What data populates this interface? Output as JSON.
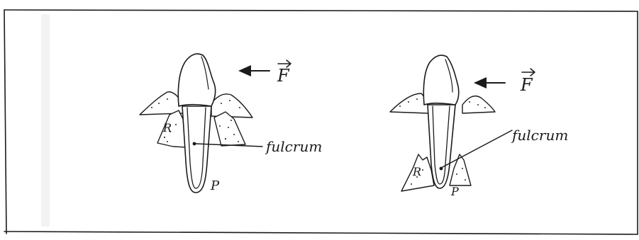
{
  "figures": [
    {
      "force_label": "F",
      "fulcrum_label": "fulcrum",
      "left_marker": "R",
      "right_marker": "P"
    },
    {
      "force_label": "F",
      "fulcrum_label": "fulcrum",
      "left_marker": "R",
      "right_marker": "P"
    }
  ],
  "icons": {
    "force_arrow": "left-arrow-icon",
    "vector_mark": "vector-arrow-icon"
  },
  "colors": {
    "ink": "#1b1b1b",
    "frame": "#2b2b2b",
    "paper": "#ffffff"
  }
}
